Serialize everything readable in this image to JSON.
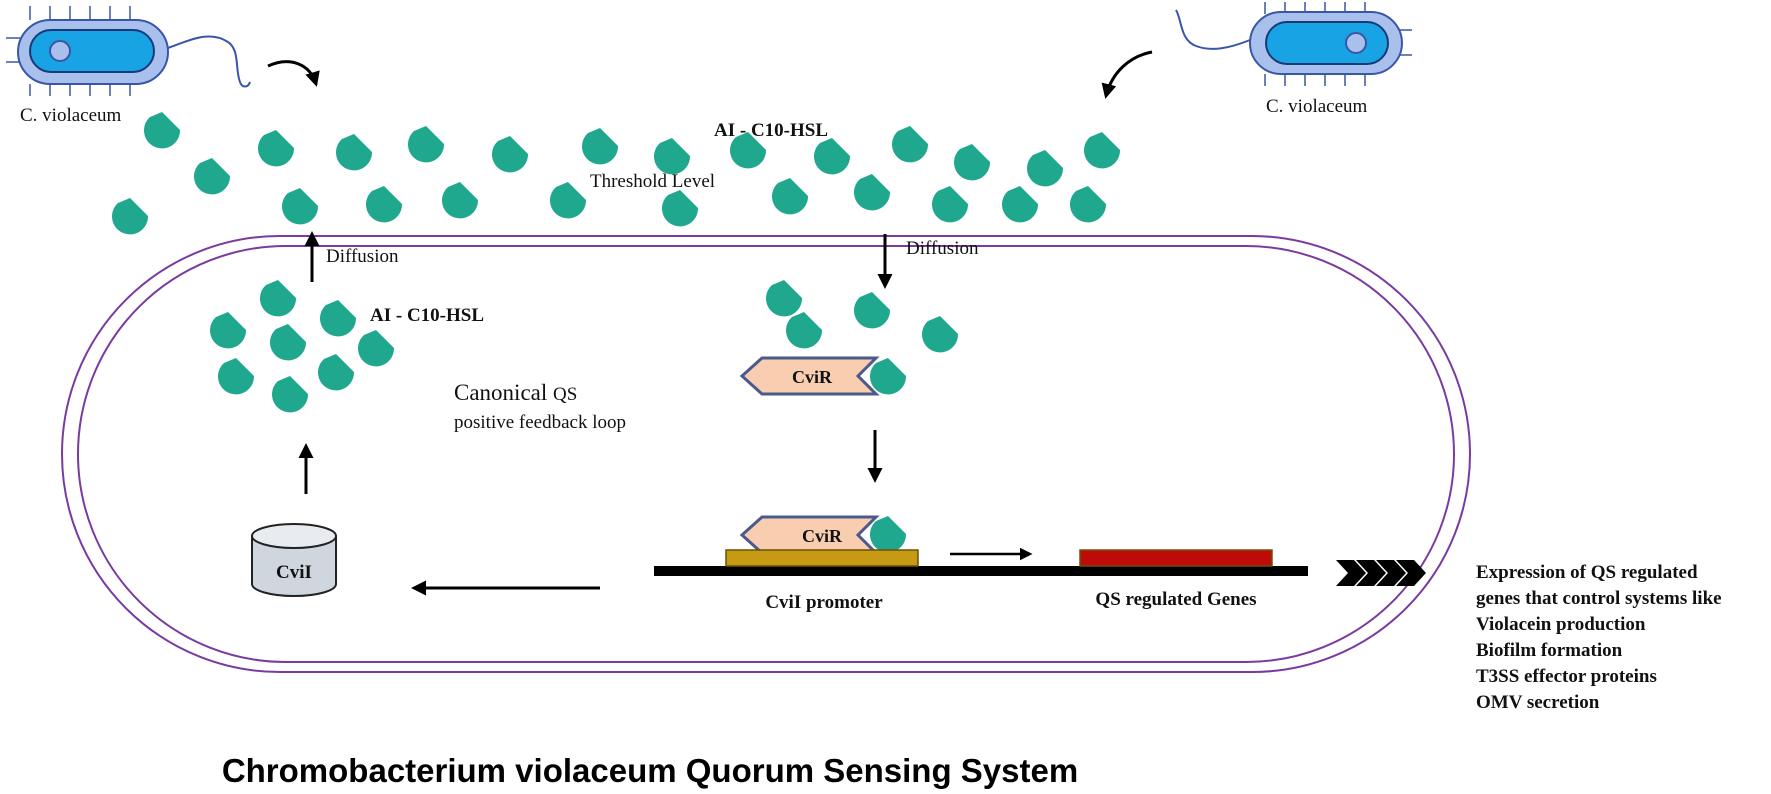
{
  "bacteria": {
    "left_label": "C. violaceum",
    "right_label": "C. violaceum"
  },
  "extracellular": {
    "signal_label": "AI - C10-HSL",
    "threshold_label": "Threshold Level"
  },
  "diffusion": {
    "out_label": "Diffusion",
    "in_label": "Diffusion"
  },
  "intracellular": {
    "signal_label": "AI - C10-HSL",
    "loop_title_main": "Canonical ",
    "loop_title_qs": "QS",
    "loop_subtitle": "positive feedback loop",
    "receptor_label": "CviR",
    "bound_receptor_label": "CviR",
    "synthase_label": "CviI",
    "promoter_label": "CviI promoter",
    "genes_label": "QS regulated Genes"
  },
  "outcomes": {
    "lines": [
      "Expression of QS regulated",
      "genes that control systems like",
      "Violacein production",
      "Biofilm formation",
      "T3SS effector proteins",
      "OMV secretion"
    ]
  },
  "caption": "Chromobacterium violaceum Quorum Sensing System",
  "colors": {
    "signal_molecule": "#1fa88e",
    "membrane": "#7a3ba0",
    "cell_body": "#a9c0ec",
    "cell_core": "#18a3e4",
    "receptor_fill": "#f8cdb0",
    "receptor_stroke": "#4a5a8a",
    "promoter": "#c79a14",
    "genes": "#c00a0a",
    "dna": "#000000",
    "synthase": "#d0d6de"
  },
  "icons": {
    "bacterium": "rod-bacterium-icon",
    "signal": "droplet-signal-icon",
    "synthase": "cylinder-icon",
    "arrows": "chevron-arrows-icon"
  }
}
